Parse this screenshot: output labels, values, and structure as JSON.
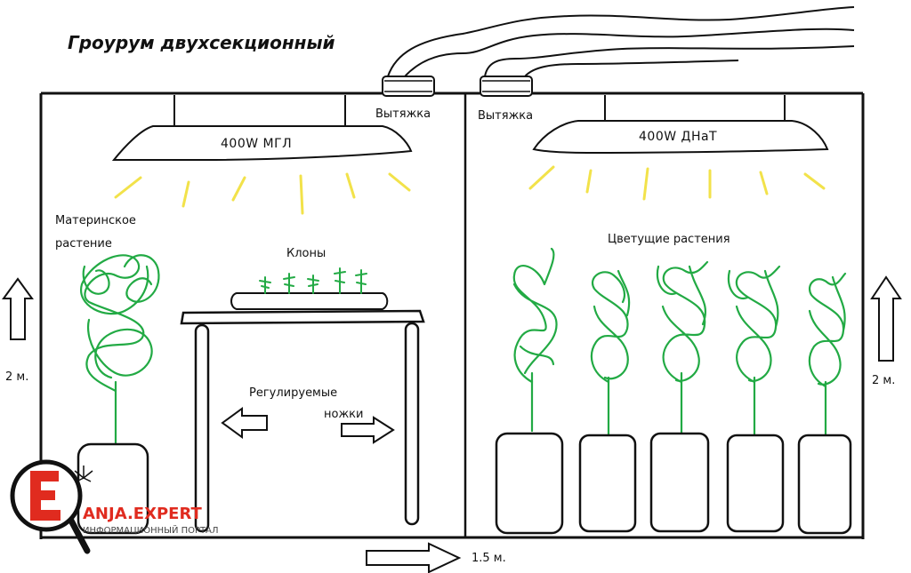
{
  "title": "Гроурум двухсекционный",
  "left_section": {
    "lamp_label": "400W МГЛ",
    "exhaust_label": "Вытяжка",
    "mother_plant_label_line1": "Материнское",
    "mother_plant_label_line2": "растение",
    "clones_label": "Клоны",
    "table_label_line1": "Регулируемые",
    "table_label_line2": "ножки",
    "height_label": "2 м."
  },
  "right_section": {
    "lamp_label": "400W ДНаТ",
    "exhaust_label": "Вытяжка",
    "plants_label": "Цветущие растения",
    "height_label": "2 м."
  },
  "width_label": "1.5 м.",
  "logo": {
    "brand_text": "ANJA.EXPERT",
    "subtitle": "ИНФОРМАЦИОННЫЙ ПОРТАЛ"
  },
  "colors": {
    "plant": "#22aa44",
    "light_rays": "#f2e24a",
    "logo_red": "#e02b1f",
    "outline": "#111111"
  }
}
